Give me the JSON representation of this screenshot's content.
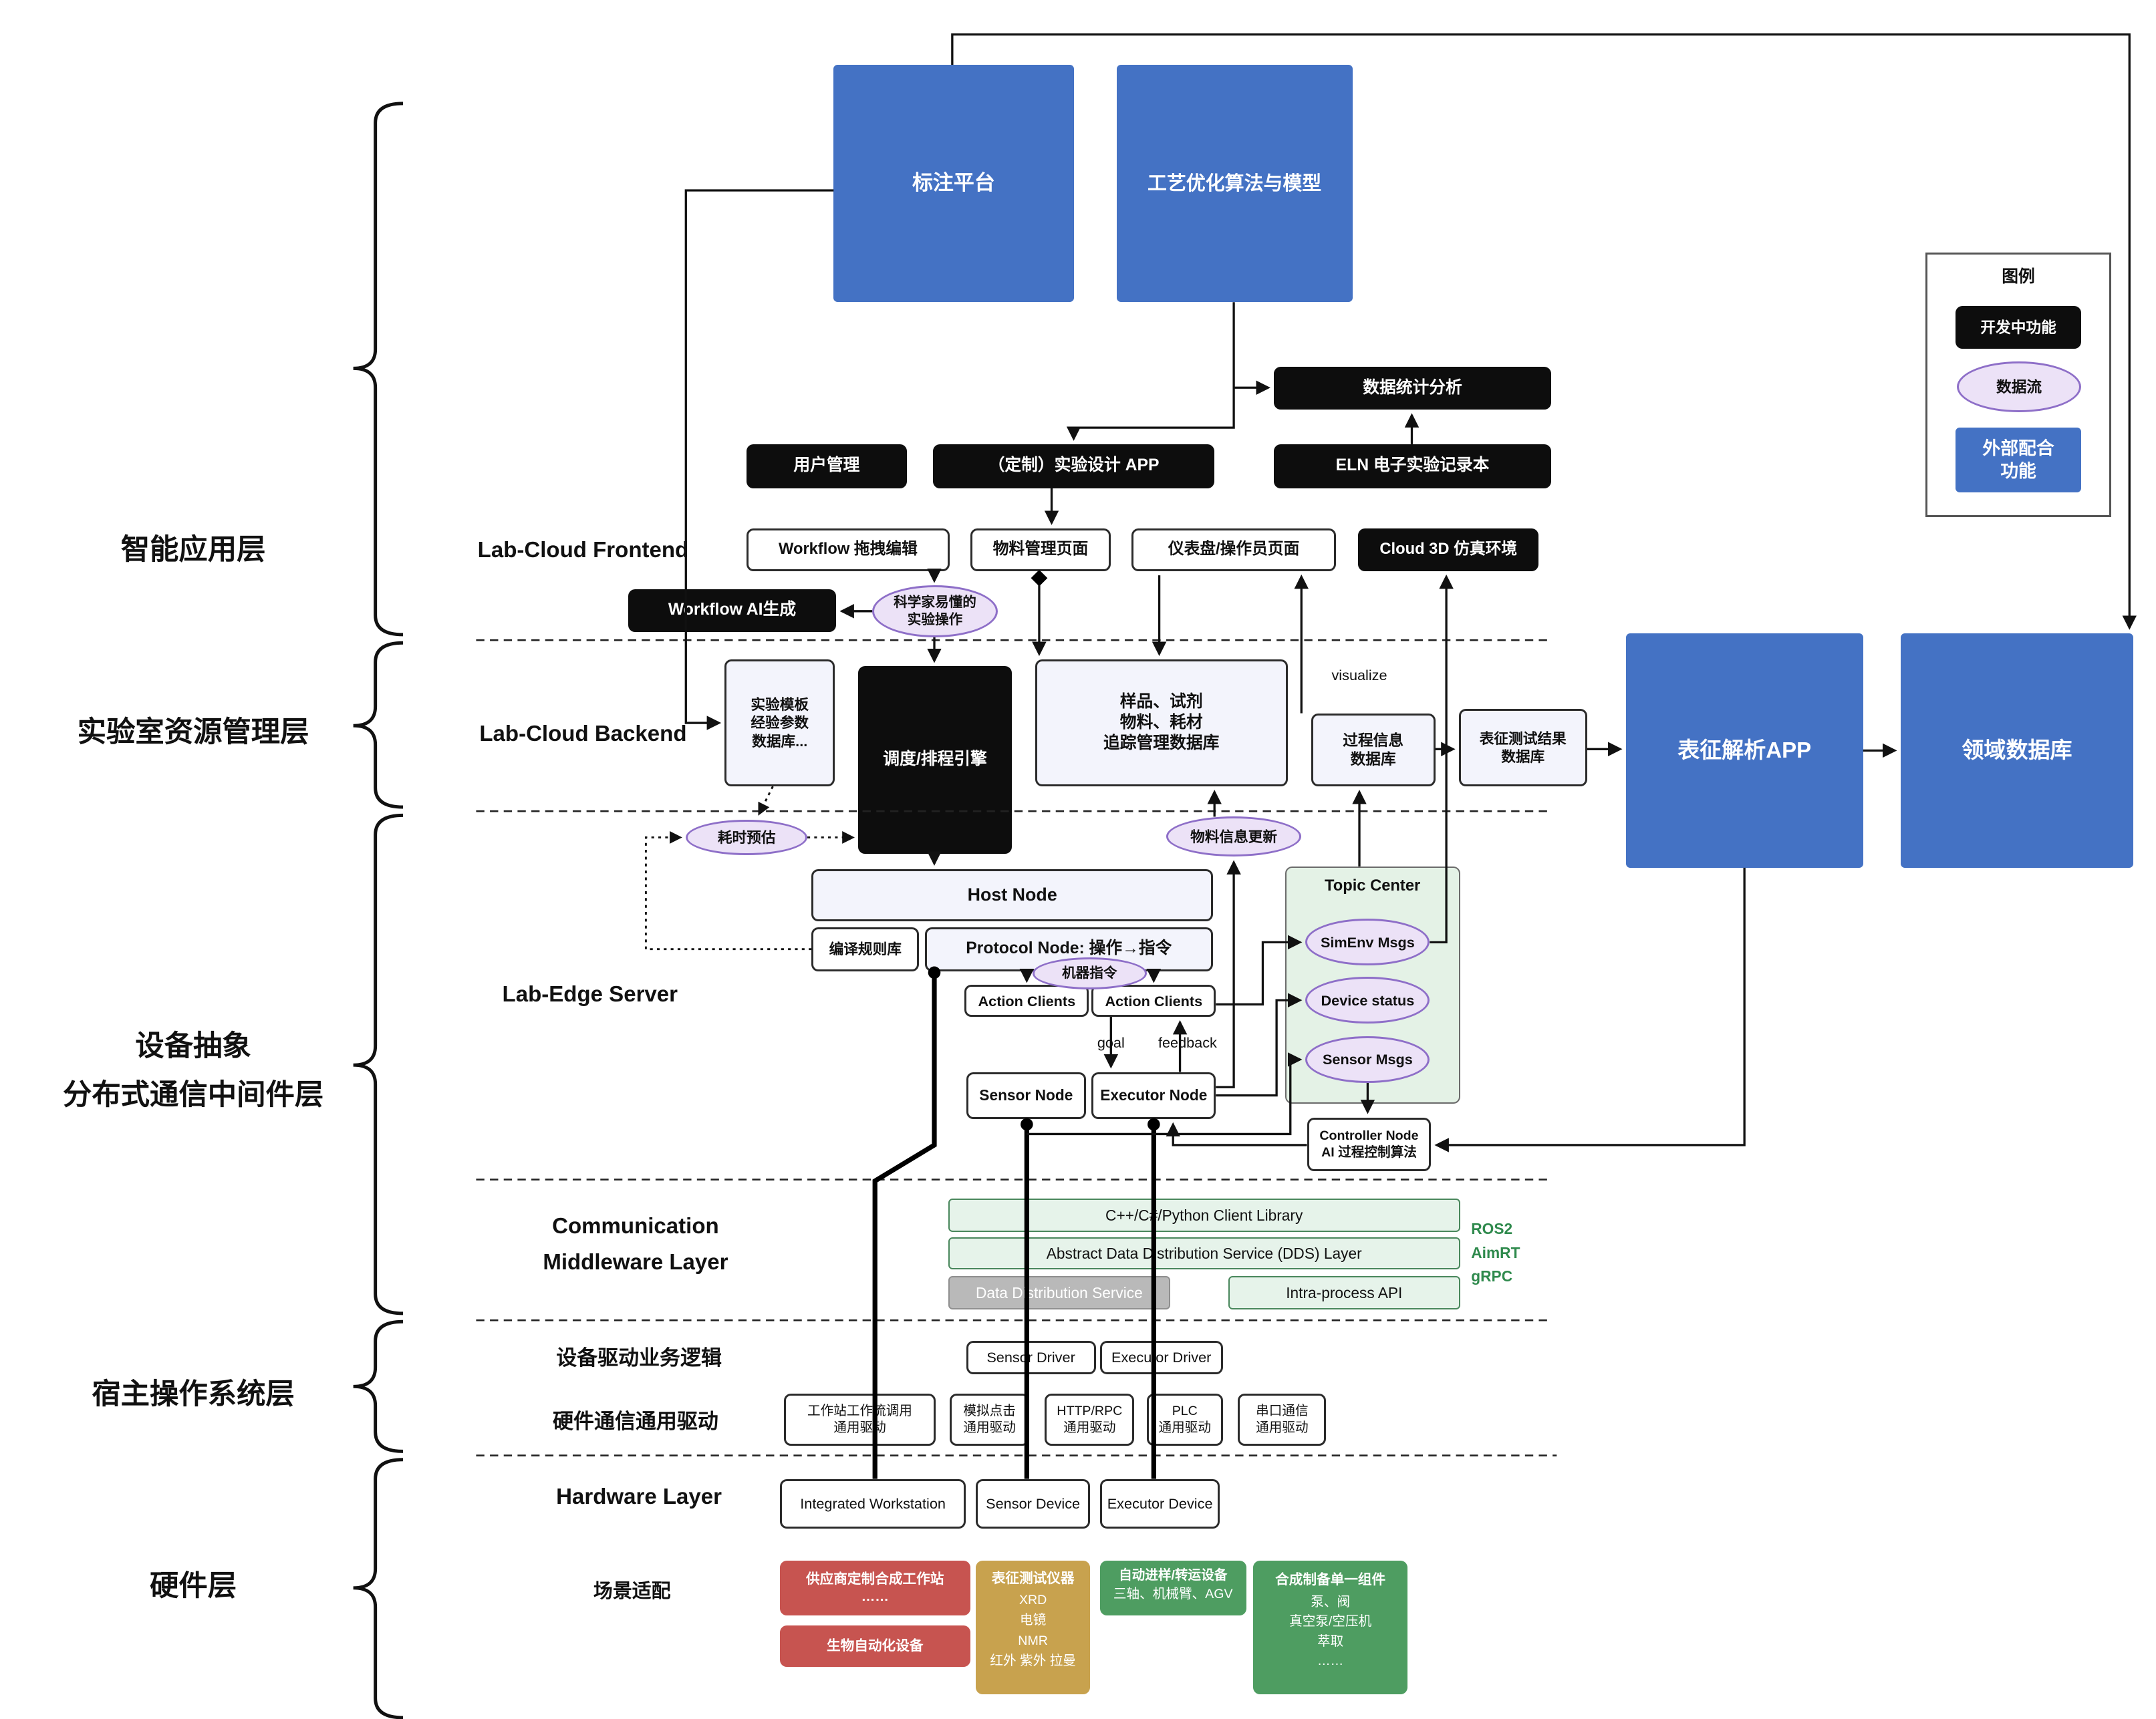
{
  "layer_labels": {
    "app": "智能应用层",
    "resource": "实验室资源管理层",
    "abstraction_1": "设备抽象",
    "abstraction_2": "分布式通信中间件层",
    "host_os": "宿主操作系统层",
    "hardware": "硬件层"
  },
  "section_labels": {
    "frontend": "Lab-Cloud Frontend",
    "backend": "Lab-Cloud Backend",
    "edge_server": "Lab-Edge Server",
    "comm_line1": "Communication",
    "comm_line2": "Middleware Layer",
    "driver_logic": "设备驱动业务逻辑",
    "generic_driver": "硬件通信通用驱动",
    "hardware": "Hardware Layer",
    "scene_fit": "场景适配"
  },
  "external": {
    "annotation_platform": "标注平台",
    "process_optimization": "工艺优化算法与模型",
    "char_analysis_app": "表征解析APP",
    "domain_db": "领域数据库"
  },
  "frontend": {
    "stats": "数据统计分析",
    "user_mgmt": "用户管理",
    "exp_design_app": "（定制）实验设计 APP",
    "eln": "ELN 电子实验记录本",
    "workflow_edit": "Workflow 拖拽编辑",
    "material_page": "物料管理页面",
    "dashboard": "仪表盘/操作员页面",
    "cloud_3d": "Cloud 3D 仿真环境",
    "workflow_ai": "Workflow AI生成",
    "sci_ops": "科学家易懂的\n实验操作"
  },
  "backend": {
    "template_db": "实验模板\n经验参数\n数据库...",
    "scheduler": "调度/排程引擎",
    "sample_db": "样品、试剂\n物料、耗材\n追踪管理数据库",
    "process_db": "过程信息\n数据库",
    "char_result_db": "表征测试结果\n数据库",
    "visualize": "visualize",
    "time_estimate": "耗时预估",
    "material_update": "物料信息更新"
  },
  "edge": {
    "host_node": "Host Node",
    "compile_rules": "编译规则库",
    "protocol_node": "Protocol Node: 操作→指令",
    "machine_cmd": "机器指令",
    "action_clients_1": "Action Clients",
    "action_clients_2": "Action Clients",
    "goal": "goal",
    "feedback": "feedback",
    "sensor_node": "Sensor Node",
    "executor_node": "Executor Node",
    "topic_center": "Topic Center",
    "simenv_msgs": "SimEnv Msgs",
    "device_status": "Device status",
    "sensor_msgs": "Sensor Msgs",
    "controller_node": "Controller Node\nAI 过程控制算法"
  },
  "comm": {
    "client_lib": "C++/C#/Python Client Library",
    "dds_abstract": "Abstract Data Distribution Service (DDS) Layer",
    "dds": "Data Distribution Service",
    "intra_api": "Intra-process API",
    "stack_1": "ROS2",
    "stack_2": "AimRT",
    "stack_3": "gRPC"
  },
  "drivers": {
    "sensor_driver": "Sensor Driver",
    "executor_driver": "Executor Driver",
    "generic": [
      "工作站工作流调用\n通用驱动",
      "模拟点击\n通用驱动",
      "HTTP/RPC\n通用驱动",
      "PLC\n通用驱动",
      "串口通信\n通用驱动"
    ]
  },
  "hardware": {
    "workstation": "Integrated Workstation",
    "sensor_device": "Sensor Device",
    "executor_device": "Executor Device",
    "vendor_station": "供应商定制合成工作站\n……",
    "bio_device": "生物自动化设备",
    "char_instruments_title": "表征测试仪器",
    "char_instruments_items": "XRD\n电镜\nNMR\n红外 紫外 拉曼",
    "transfer_title": "自动进样/转运设备",
    "transfer_items": "三轴、机械臂、AGV",
    "synth_title": "合成制备单一组件",
    "synth_items": "泵、阀\n真空泵/空压机\n萃取\n……"
  },
  "legend": {
    "title": "图例",
    "in_dev": "开发中功能",
    "data_flow": "数据流",
    "external": "外部配合\n功能"
  },
  "colors": {
    "blue": "#4472c4",
    "black": "#0d0d0d",
    "purple_fill": "#ece2f7",
    "green_fill": "#e6f3ea",
    "red": "#c75450",
    "gold": "#c8a24e",
    "green_hw": "#4e9d61"
  }
}
